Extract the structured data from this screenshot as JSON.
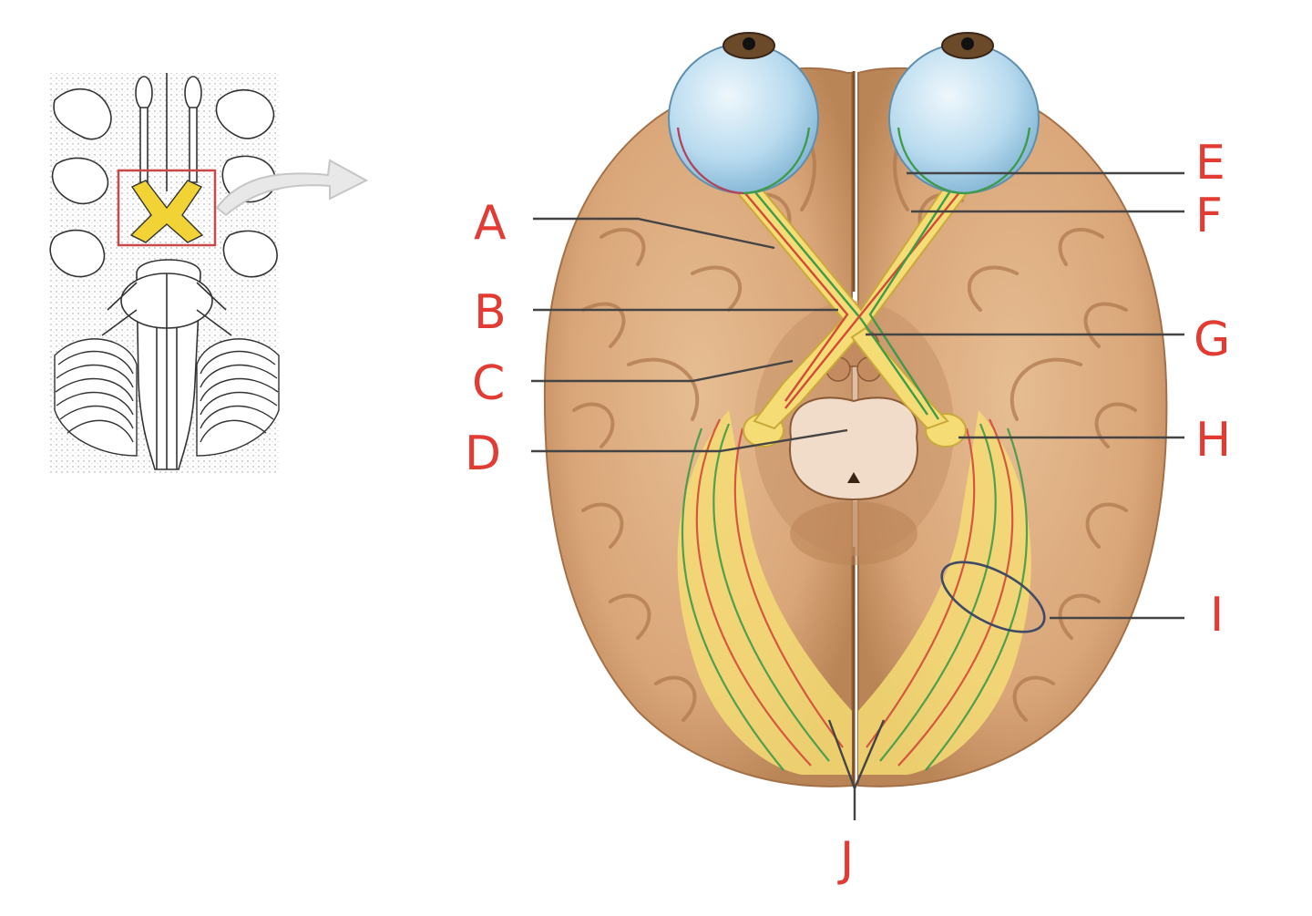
{
  "colors": {
    "label_red": "#e23b33",
    "leader_line": "#444444",
    "brain_tan": "#d9a679",
    "brain_shade": "#b98456",
    "optic_tract_yellow": "#f5dc74",
    "fiber_red": "#d24a3b",
    "fiber_green": "#3f9a4a",
    "eye_blue": "#b9dbef",
    "inset_highlight_box": "#c94848",
    "inset_chiasm_yellow": "#f2d335"
  },
  "labels": {
    "A": "A",
    "B": "B",
    "C": "C",
    "D": "D",
    "E": "E",
    "F": "F",
    "G": "G",
    "H": "H",
    "I": "I",
    "J": "J"
  },
  "icons": {
    "inset": "brain-base-inset-drawing",
    "arrow": "pointer-arrow-icon"
  }
}
